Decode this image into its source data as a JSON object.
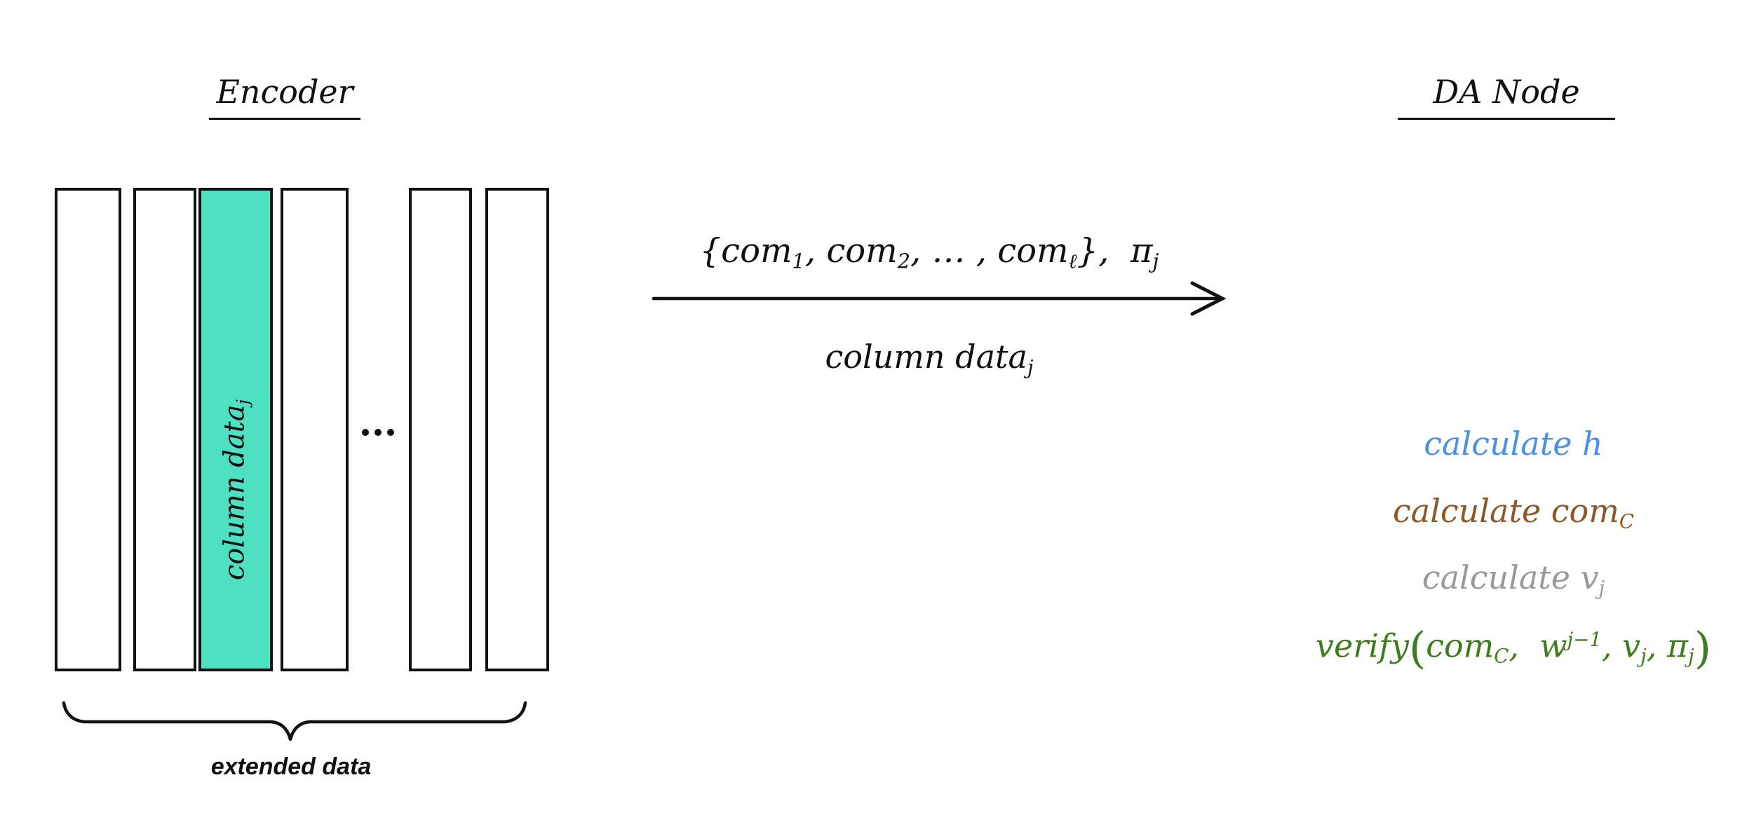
{
  "titles": {
    "encoder": "Encoder",
    "da_node": "DA Node"
  },
  "encoder_block": {
    "column_label": {
      "text": "column data",
      "sub": "j"
    },
    "brace_label": "extended data"
  },
  "arrow": {
    "top_label": {
      "p1": "{com",
      "s1": "1",
      "p2": ", com",
      "s2": "2",
      "p3": ", … , com",
      "s3": "ℓ",
      "p4": "},  π",
      "s4": "j"
    },
    "bottom_label": {
      "p1": "column data",
      "s1": "j"
    }
  },
  "da_steps": {
    "calc_h": {
      "text": "calculate h",
      "color": "#4a90e8"
    },
    "calc_com": {
      "p1": "calculate com",
      "s1": "C",
      "color": "#8f5627"
    },
    "calc_v": {
      "p1": "calculate v",
      "s1": "j",
      "color": "#999999"
    },
    "verify": {
      "p1": "verify",
      "open": "(",
      "p2": "com",
      "s2": "C",
      "p3": ",  w",
      "sup": "j−1",
      "p4": ", v",
      "s4": "j",
      "p5": ", π",
      "s5": "j",
      "close": ")",
      "color": "#3e7d1e"
    }
  },
  "colors": {
    "highlight": "#4ee1c1",
    "ink": "#111111"
  }
}
